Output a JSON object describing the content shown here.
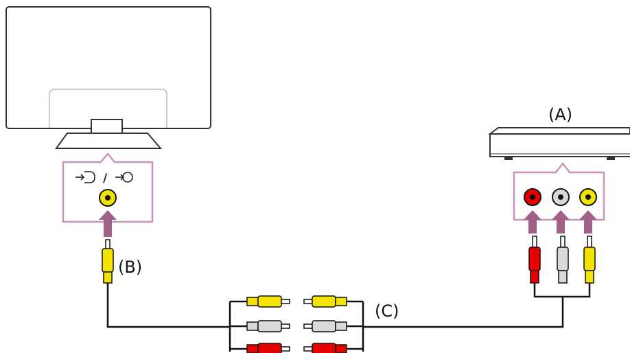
{
  "labels": {
    "source_device": "(A)",
    "tv_cable": "(B)",
    "adapter_cable": "(C)"
  },
  "tv_port_panel": {
    "icon_separator": "/",
    "jacks": [
      "video-yellow"
    ]
  },
  "device_port_panel": {
    "jacks": [
      "audio-red",
      "audio-white",
      "video-yellow"
    ]
  },
  "colors": {
    "background": "#ffffff",
    "panel_border": "#c894bc",
    "arrow": "#a06088",
    "cable": "#111111",
    "plug_yellow": "#f2e400",
    "plug_white": "#d9d9d9",
    "plug_red": "#e60000"
  }
}
